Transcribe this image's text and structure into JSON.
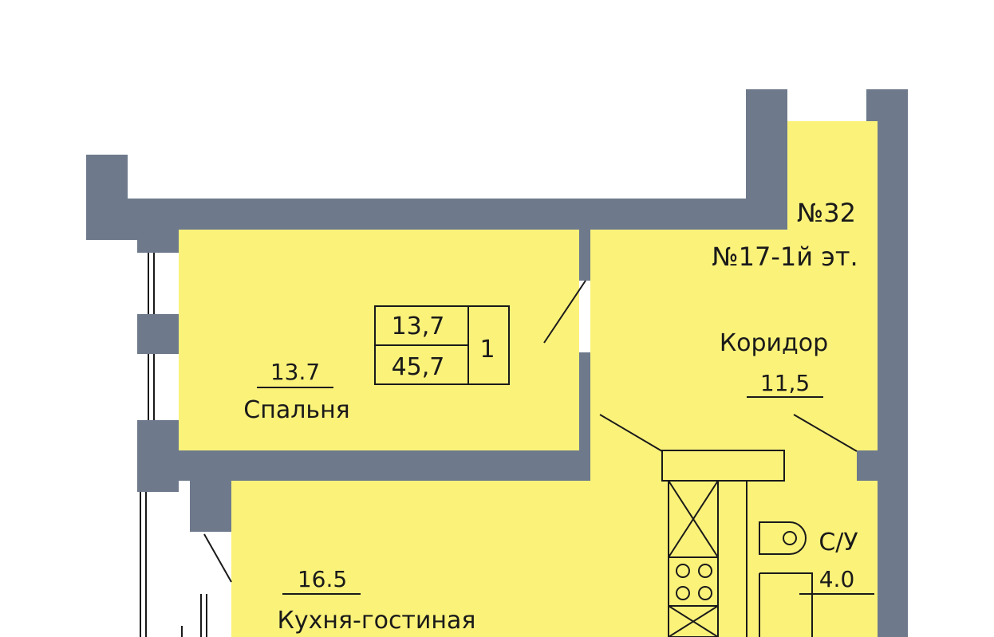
{
  "colors": {
    "wall": "#6e7a8c",
    "room_fill": "#fbf27a",
    "line": "#1a1a1a",
    "background": "#ffffff"
  },
  "apartment": {
    "number_label": "№32",
    "floor_label": "№17-1й эт."
  },
  "summary_box": {
    "living_area": "13,7",
    "total_area": "45,7",
    "rooms_count": "1"
  },
  "rooms": {
    "bedroom": {
      "area": "13.7",
      "name": "Спальня"
    },
    "corridor": {
      "name": "Коридор",
      "area": "11,5"
    },
    "bathroom": {
      "name": "С/У",
      "area": "4.0"
    },
    "kitchen_living": {
      "area": "16.5",
      "name": "Кухня-гостиная"
    }
  },
  "icons": {
    "stove": "stove-burners-icon",
    "toilet": "toilet-icon",
    "cabinet": "kitchen-cabinet-icon"
  }
}
